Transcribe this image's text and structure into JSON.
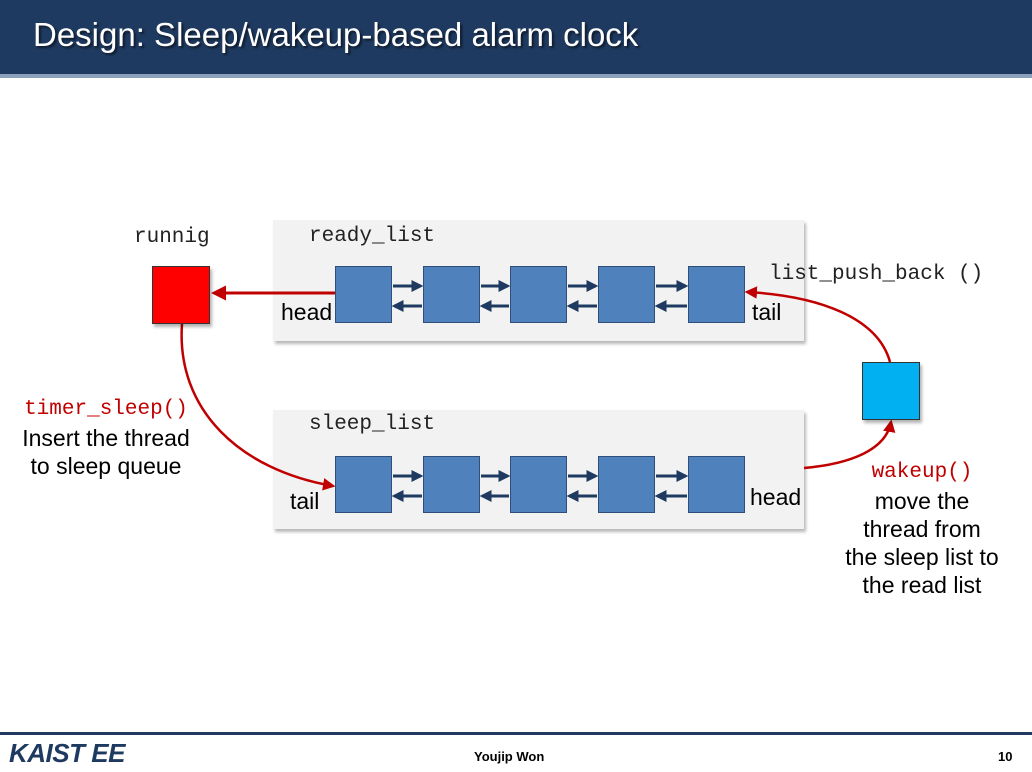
{
  "slide": {
    "title": "Design: Sleep/wakeup-based alarm clock"
  },
  "running": {
    "label": "runnig",
    "color": "#ff0000"
  },
  "ready_list": {
    "label": "ready_list",
    "head_label": "head",
    "tail_label": "tail",
    "node_count": 5
  },
  "sleep_list": {
    "label": "sleep_list",
    "head_label": "head",
    "tail_label": "tail",
    "node_count": 5
  },
  "push_back": {
    "label": "list_push_back ()"
  },
  "waking_thread": {
    "color": "#00b0f0"
  },
  "timer_sleep": {
    "func": "timer_sleep()",
    "lines": [
      "Insert the thread",
      "to sleep queue"
    ]
  },
  "wakeup": {
    "func": "wakeup()",
    "lines": [
      "move the",
      "thread from",
      "the sleep list to",
      "the read list"
    ]
  },
  "footer": {
    "logo": "KAIST EE",
    "author": "Youjip Won",
    "page": "10"
  },
  "colors": {
    "header": "#1f3a60",
    "node": "#4f81bd",
    "arrow": "#c00000",
    "link": "#1f3a60"
  }
}
